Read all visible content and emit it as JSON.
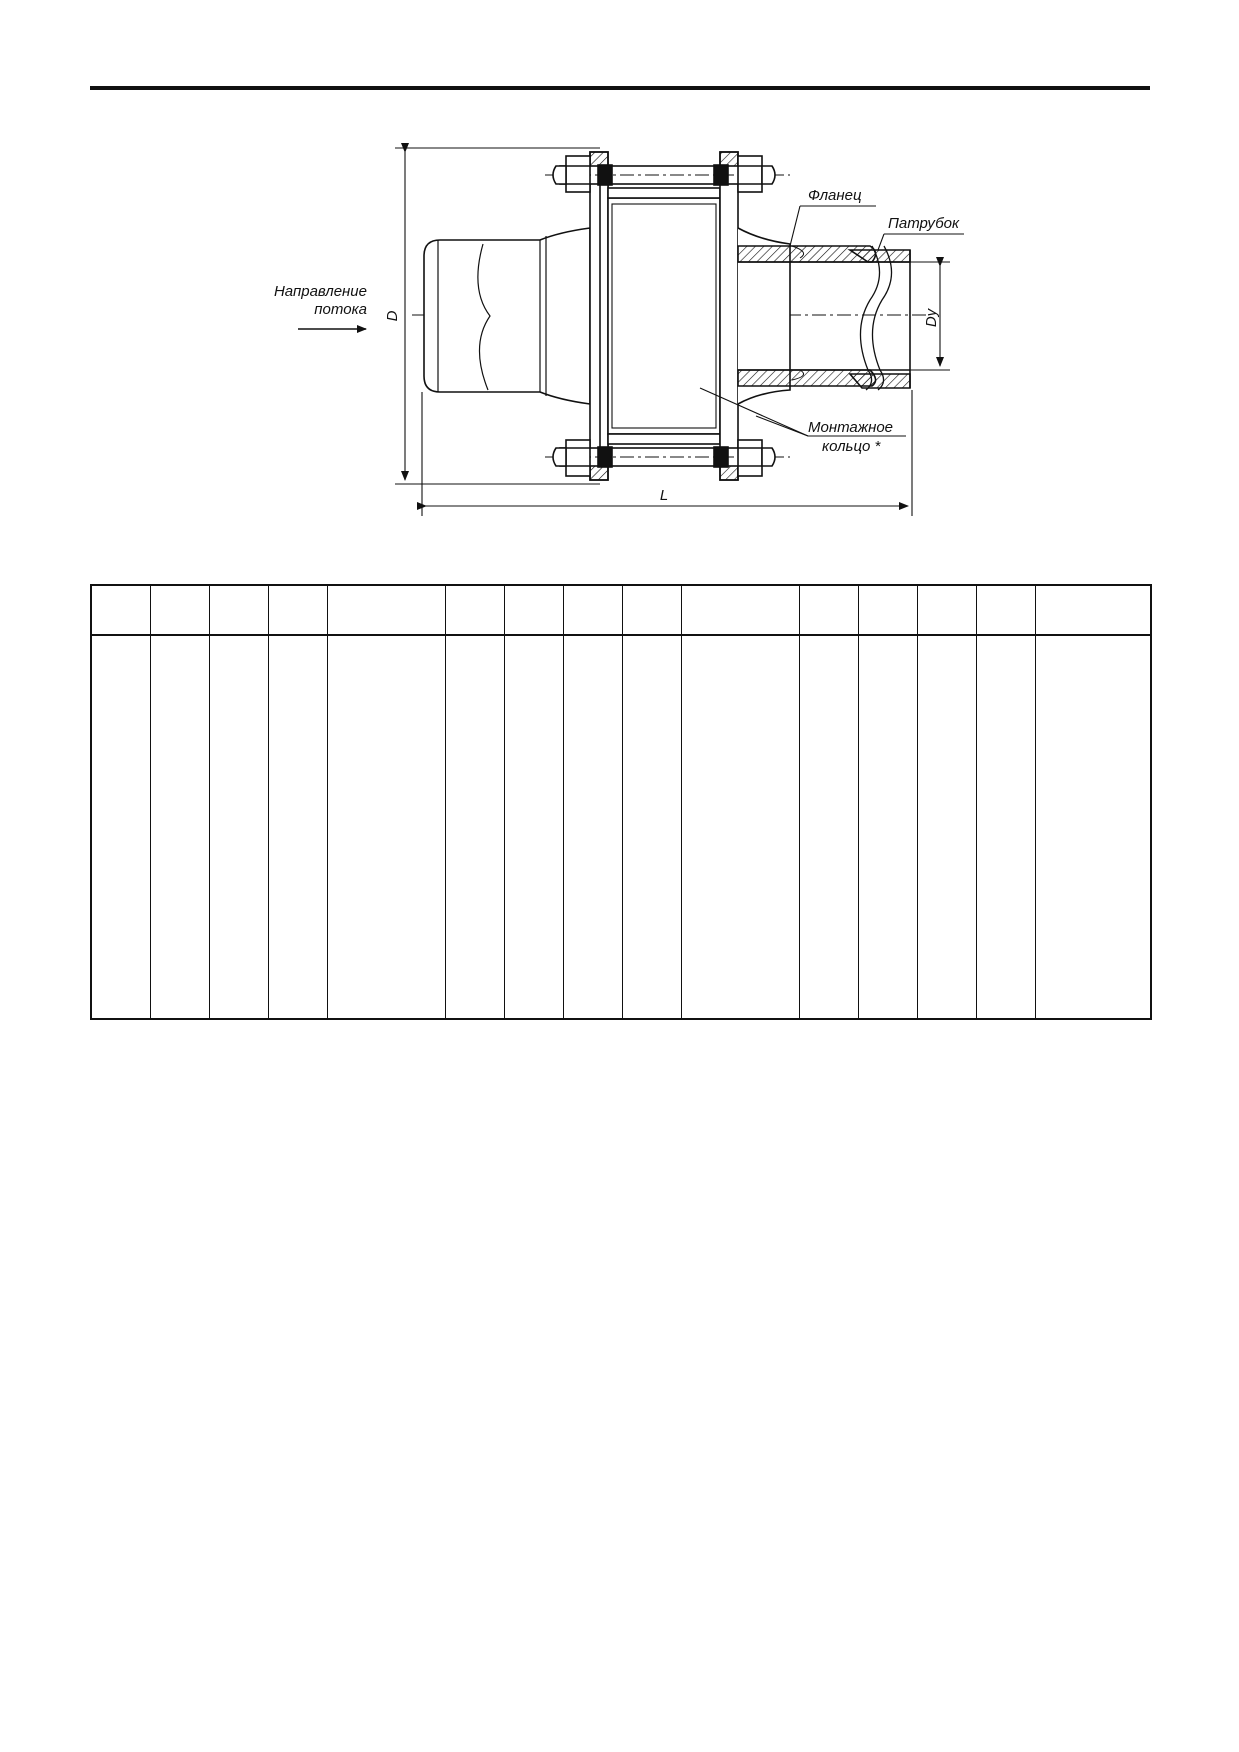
{
  "labels": {
    "flow_line1": "Направление",
    "flow_line2": "потока",
    "flange": "Фланец",
    "nozzle": "Патрубок",
    "ring_line1": "Монтажное",
    "ring_line2": "кольцо *",
    "dim_D": "D",
    "dim_Dy": "Dу",
    "dim_L": "L"
  },
  "table": {
    "columns": [
      "",
      "",
      "",
      "",
      "",
      "",
      "",
      "",
      "",
      "",
      "",
      "",
      "",
      "",
      ""
    ],
    "rows": [
      [
        "",
        "",
        "",
        "",
        "",
        "",
        "",
        "",
        "",
        "",
        "",
        "",
        "",
        "",
        ""
      ]
    ]
  }
}
